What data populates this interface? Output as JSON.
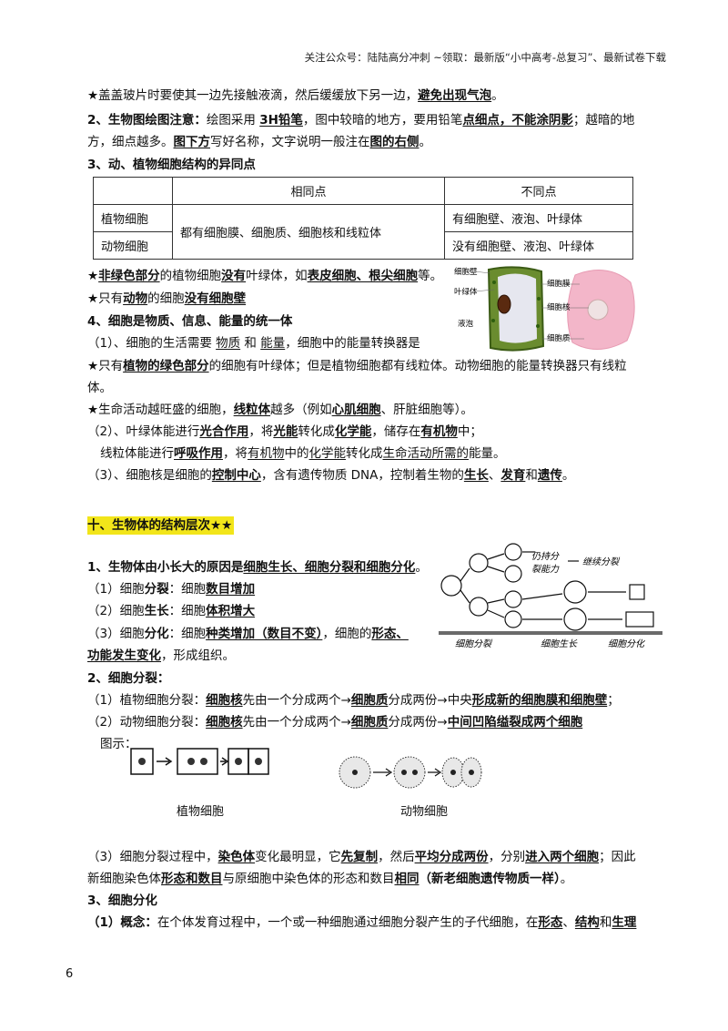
{
  "header": "关注公众号：陆陆高分冲刺  ~领取：最新版“小中高考-总复习”、最新试卷下载",
  "l1": {
    "a": "★盖盖玻片时要使其一边先接触液滴，然后缓缓放下另一边，",
    "b": "避免出现气泡",
    "c": "。"
  },
  "l2": {
    "a": "2、生物图绘图注意：",
    "b": "绘图采用 ",
    "c": "3H铅笔",
    "d": "，图中较暗的地方，要用铅笔",
    "e": "点细点，不能涂阴影",
    "f": "；越暗的地"
  },
  "l3": {
    "a": "方，细点越多。",
    "b": "图下方",
    "c": "写好名称，文字说明一般注在",
    "d": "图的右侧",
    "e": "。"
  },
  "l4": "3、动、植物细胞结构的异同点",
  "table": {
    "h_same": "相同点",
    "h_diff": "不同点",
    "plant": "植物细胞",
    "animal": "动物细胞",
    "same": "都有细胞膜、细胞质、细胞核和线粒体",
    "plant_diff": "有细胞壁、液泡、叶绿体",
    "animal_diff": "没有细胞壁、液泡、叶绿体"
  },
  "l5": {
    "a": "★",
    "b": "非绿色部分",
    "c": "的植物细胞",
    "d": "没有",
    "e": "叶绿体，如",
    "f": "表皮细胞、根尖细胞",
    "g": "等。"
  },
  "l6": {
    "a": "★只有",
    "b": "动物",
    "c": "的细胞",
    "d": "没有细胞壁"
  },
  "l7": "4、细胞是物质、信息、能量的统一体",
  "l8": {
    "a": "（1）、细胞的生活需要 ",
    "b": "物质",
    "c": " 和 ",
    "d": "能量",
    "e": "，细胞中的能量转换器是"
  },
  "l9": {
    "a": "★只有",
    "b": "植物的绿色部分",
    "c": "的细胞有叶绿体；但是植物细胞都有线粒体。动物细胞的能量转换器只有线粒"
  },
  "l10": "体。",
  "l11": {
    "a": "★生命活动越旺盛的细胞，",
    "b": "线粒体",
    "c": "越多（例如",
    "d": "心肌细胞",
    "e": "、肝脏细胞等）。"
  },
  "l12": {
    "a": "（2）、叶绿体能进行",
    "b": "光合作用",
    "c": "，将",
    "d": "光能",
    "e": "转化成",
    "f": "化学能",
    "g": "，储存在",
    "h": "有机物",
    "i": "中；"
  },
  "l13": {
    "a": "线粒体能进行",
    "b": "呼吸作用",
    "c": "，将",
    "d": "有机物",
    "e": "中的",
    "f": "化学能",
    "g": "转化成",
    "h": "生命活动所需的",
    "i": "能量。"
  },
  "l14": {
    "a": "（3）、细胞核是细胞的",
    "b": "控制中心",
    "c": "，含有遗传物质 DNA，控制着生物的",
    "d": "生长",
    "e": "、",
    "f": "发育",
    "g": "和",
    "h": "遗传",
    "i": "。"
  },
  "section": "十、生物体的结构层次★★",
  "s1": {
    "a": "1、生物体由小长大的原因是",
    "b": "细胞生长、细胞分裂和细胞分化",
    "c": "。"
  },
  "s2": {
    "a": "（1）细胞",
    "b": "分裂",
    "c": "：细胞",
    "d": "数目增加"
  },
  "s3": {
    "a": "（2）细胞",
    "b": "生长",
    "c": "：细胞",
    "d": "体积增大"
  },
  "s4": {
    "a": "（3）细胞",
    "b": "分化",
    "c": "：细胞",
    "d": "种类增加（数目不变）",
    "e": "，细胞的",
    "f": "形态、"
  },
  "s5": {
    "a": "功能发生变化",
    "b": "，形成组织。"
  },
  "s6": "2、细胞分裂：",
  "s7": {
    "a": "（1）植物细胞分裂：",
    "b": "细胞核",
    "c": "先由一个分成两个→",
    "d": "细胞质",
    "e": "分成两份→中央",
    "f": "形成新的细胞膜和细胞壁",
    "g": "；"
  },
  "s8": {
    "a": "（2）动物细胞分裂：",
    "b": "细胞核",
    "c": "先由一个分成两个→",
    "d": "细胞质",
    "e": "分成两份→",
    "f": "中间凹陷缢裂成两个细胞"
  },
  "s9": "图示：",
  "cap_plant": "植物细胞",
  "cap_animal": "动物细胞",
  "s10": {
    "a": "（3）细胞分裂过程中，",
    "b": "染色体",
    "c": "变化最明显，它",
    "d": "先复制",
    "e": "，然后",
    "f": "平均分成两份",
    "g": "，分别",
    "h": "进入两个细胞",
    "i": "；因此"
  },
  "s11": {
    "a": "新细胞染色体",
    "b": "形态和数目",
    "c": "与原细胞中染色体的形态和数目",
    "d": "相同",
    "e": "（新老细胞遗传物质一样）",
    "f": "。"
  },
  "s12": "3、细胞分化",
  "s13": {
    "a": "（1）概念：",
    "b": "在个体发育过程中，一个或一种细胞通过细胞分裂产生的子代细胞，在",
    "c": "形态",
    "d": "、",
    "e": "结构",
    "f": "和",
    "g": "生理"
  },
  "diagram": {
    "keep": "仍持分",
    "keep2": "裂能力",
    "continue": "继续分裂",
    "cell_div": "细胞分裂",
    "cell_grow": "细胞生长",
    "cell_diff": "细胞分化"
  },
  "plant_cell_labels": [
    "细胞壁",
    "叶绿体",
    "液泡",
    "细胞膜",
    "细胞核",
    "细胞质"
  ],
  "page_number": "6"
}
